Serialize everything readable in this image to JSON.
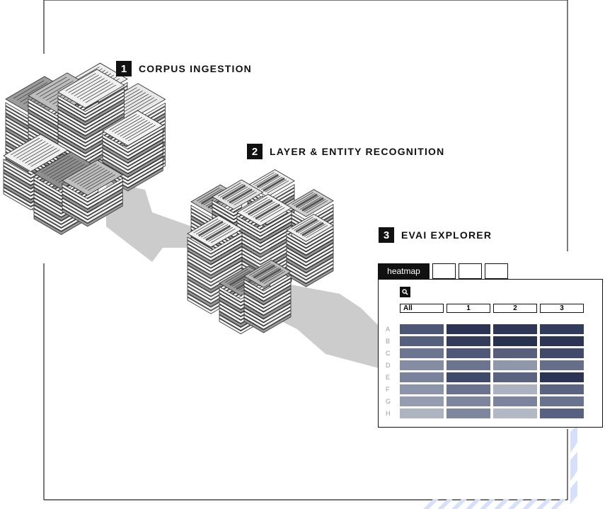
{
  "steps": [
    {
      "num": "1",
      "label": "CORPUS INGESTION"
    },
    {
      "num": "2",
      "label": "LAYER & ENTITY RECOGNITION"
    },
    {
      "num": "3",
      "label": "EVAI EXPLORER"
    }
  ],
  "explorer": {
    "tabs": [
      "heatmap",
      "",
      "",
      ""
    ],
    "search_icon": "search-icon",
    "columns": [
      "All",
      "1",
      "2",
      "3"
    ],
    "rows": [
      {
        "label": "A",
        "colors": [
          "#4b5775",
          "#2b3452",
          "#2e3856",
          "#323c5b"
        ]
      },
      {
        "label": "B",
        "colors": [
          "#54607e",
          "#333c5a",
          "#28314e",
          "#2c3654"
        ]
      },
      {
        "label": "C",
        "colors": [
          "#6d7690",
          "#4f5977",
          "#575f7d",
          "#414b69"
        ]
      },
      {
        "label": "D",
        "colors": [
          "#858da4",
          "#6b7590",
          "#8f97ab",
          "#666f8a"
        ]
      },
      {
        "label": "E",
        "colors": [
          "#7a839c",
          "#3f4968",
          "#5a6480",
          "#2b3452"
        ]
      },
      {
        "label": "F",
        "colors": [
          "#8d95aa",
          "#6a738d",
          "#adb2c0",
          "#5a6380"
        ]
      },
      {
        "label": "G",
        "colors": [
          "#959cb0",
          "#7e869e",
          "#7b849c",
          "#6a738e"
        ]
      },
      {
        "label": "H",
        "colors": [
          "#aeb3c2",
          "#7f879e",
          "#b3b8c5",
          "#586180"
        ]
      }
    ]
  },
  "colors": {
    "ink": "#111111",
    "arrow": "#cccccc",
    "frame": "#222222",
    "accent_stripes": "#d6e0fb"
  }
}
